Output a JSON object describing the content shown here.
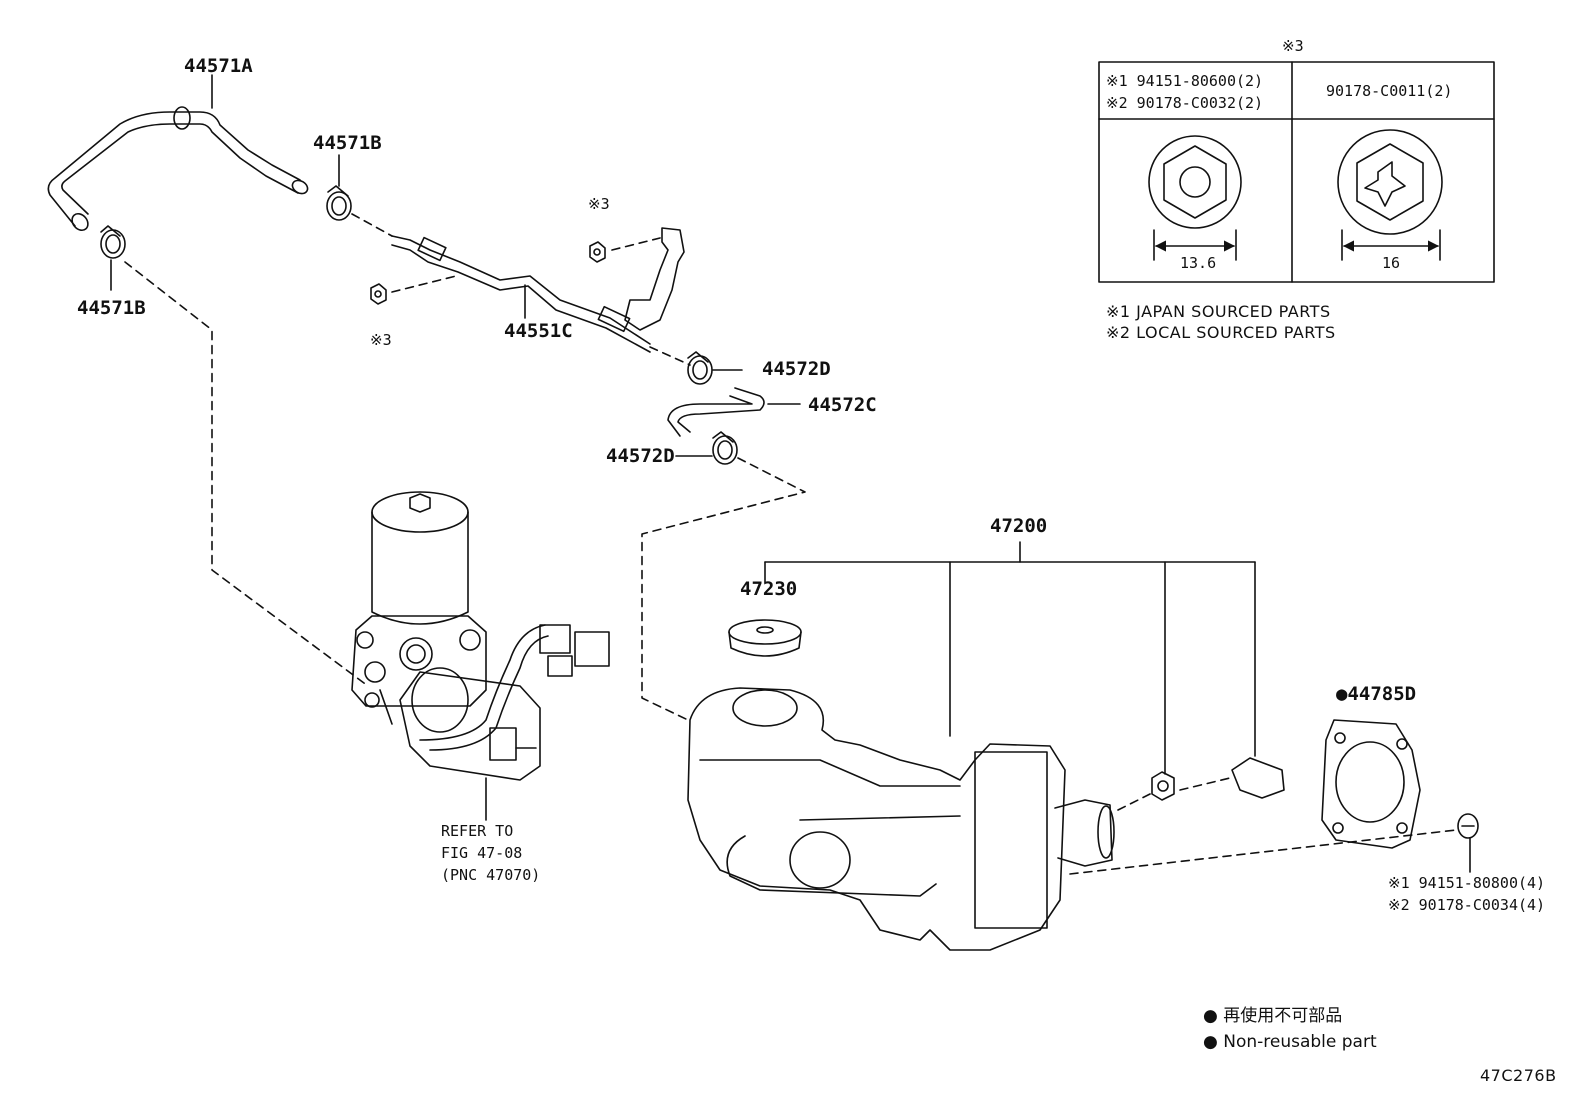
{
  "labels": {
    "p44571A": "44571A",
    "p44571B_top": "44571B",
    "p44571B_left": "44571B",
    "p44551C": "44551C",
    "p44572D_top": "44572D",
    "p44572C": "44572C",
    "p44572D_bottom": "44572D",
    "p47200": "47200",
    "p47230": "47230",
    "p44785D": "●44785D",
    "star3_a": "※3",
    "star3_b": "※3"
  },
  "refer": {
    "line1": "REFER TO",
    "line2": "FIG 47-08",
    "line3": "(PNC 47070)"
  },
  "bolt_note": {
    "line1": "※1 94151-80800(4)",
    "line2": "※2 90178-C0034(4)"
  },
  "table": {
    "title": "※3",
    "col1_line1": "※1 94151-80600(2)",
    "col1_line2": "※2 90178-C0032(2)",
    "col2_header": "90178-C0011(2)",
    "dim1": "13.6",
    "dim2": "16"
  },
  "source_notes": {
    "line1": "※1 JAPAN SOURCED PARTS",
    "line2": "※2 LOCAL SOURCED PARTS"
  },
  "legend": {
    "line1": "● 再使用不可部品",
    "line2": "● Non-reusable part"
  },
  "figure_id": "47C276B"
}
